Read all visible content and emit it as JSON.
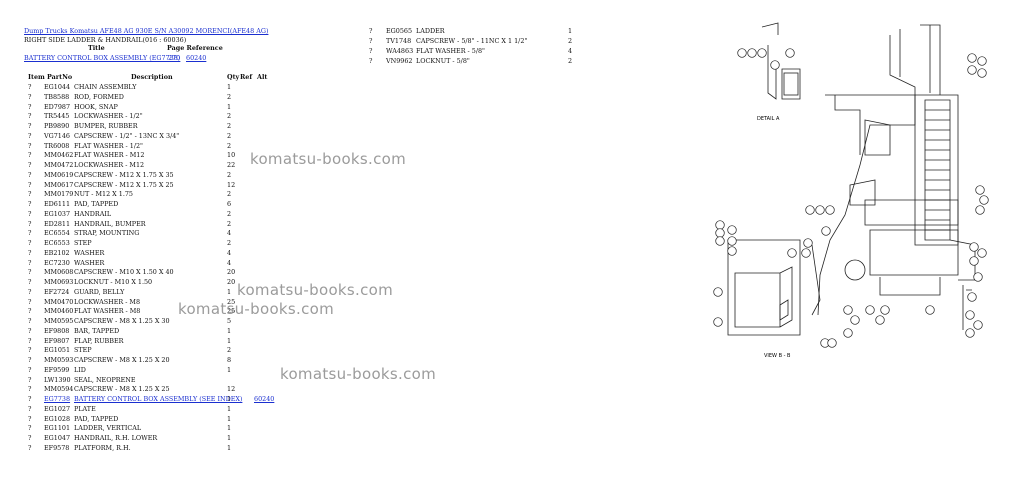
{
  "header": {
    "breadcrumb": "Dump Trucks Komatsu AFE48 AG 930E S/N A30092 MORENCI(AFE48 AG)",
    "section_title": "RIGHT SIDE LADDER & HANDRAIL(016 : 60036)",
    "col_title": "Title",
    "col_page_ref": "Page Reference",
    "ref_title": "BATTERY CONTROL BOX ASSEMBLY (EG7738)",
    "ref_page": "270",
    "ref_ref": "60240"
  },
  "table_headers": {
    "item": "Item",
    "partno": "PartNo",
    "description": "Description",
    "qty": "Qty",
    "ref": "Ref",
    "alt": "Alt"
  },
  "parts_left": [
    {
      "item": "?",
      "partno": "EG1044",
      "desc": "CHAIN ASSEMBLY",
      "qty": "1",
      "ref": "",
      "link": false
    },
    {
      "item": "?",
      "partno": "TB8588",
      "desc": "ROD, FORMED",
      "qty": "2",
      "ref": "",
      "link": false
    },
    {
      "item": "?",
      "partno": "ED7987",
      "desc": "HOOK, SNAP",
      "qty": "1",
      "ref": "",
      "link": false
    },
    {
      "item": "?",
      "partno": "TR5445",
      "desc": "LOCKWASHER - 1/2\"",
      "qty": "2",
      "ref": "",
      "link": false
    },
    {
      "item": "?",
      "partno": "PB9890",
      "desc": "BUMPER, RUBBER",
      "qty": "2",
      "ref": "",
      "link": false
    },
    {
      "item": "?",
      "partno": "VG7146",
      "desc": "CAPSCREW - 1/2\" - 13NC X 3/4\"",
      "qty": "2",
      "ref": "",
      "link": false
    },
    {
      "item": "?",
      "partno": "TR6008",
      "desc": "FLAT WASHER - 1/2\"",
      "qty": "2",
      "ref": "",
      "link": false
    },
    {
      "item": "?",
      "partno": "MM0462",
      "desc": "FLAT WASHER - M12",
      "qty": "10",
      "ref": "",
      "link": false
    },
    {
      "item": "?",
      "partno": "MM0472",
      "desc": "LOCKWASHER - M12",
      "qty": "22",
      "ref": "",
      "link": false
    },
    {
      "item": "?",
      "partno": "MM0619",
      "desc": "CAPSCREW - M12 X 1.75 X 35",
      "qty": "2",
      "ref": "",
      "link": false
    },
    {
      "item": "?",
      "partno": "MM0617",
      "desc": "CAPSCREW - M12 X 1.75 X 25",
      "qty": "12",
      "ref": "",
      "link": false
    },
    {
      "item": "?",
      "partno": "MM0179",
      "desc": "NUT - M12 X 1.75",
      "qty": "2",
      "ref": "",
      "link": false
    },
    {
      "item": "?",
      "partno": "ED6111",
      "desc": "PAD, TAPPED",
      "qty": "6",
      "ref": "",
      "link": false
    },
    {
      "item": "?",
      "partno": "EG1037",
      "desc": "HANDRAIL",
      "qty": "2",
      "ref": "",
      "link": false
    },
    {
      "item": "?",
      "partno": "ED2811",
      "desc": "HANDRAIL, BUMPER",
      "qty": "2",
      "ref": "",
      "link": false
    },
    {
      "item": "?",
      "partno": "EC6554",
      "desc": "STRAP, MOUNTING",
      "qty": "4",
      "ref": "",
      "link": false
    },
    {
      "item": "?",
      "partno": "EC6553",
      "desc": "STEP",
      "qty": "2",
      "ref": "",
      "link": false
    },
    {
      "item": "?",
      "partno": "EB2102",
      "desc": "WASHER",
      "qty": "4",
      "ref": "",
      "link": false
    },
    {
      "item": "?",
      "partno": "EC7230",
      "desc": "WASHER",
      "qty": "4",
      "ref": "",
      "link": false
    },
    {
      "item": "?",
      "partno": "MM0608",
      "desc": "CAPSCREW - M10 X 1.50 X 40",
      "qty": "20",
      "ref": "",
      "link": false
    },
    {
      "item": "?",
      "partno": "MM0693",
      "desc": "LOCKNUT - M10 X 1.50",
      "qty": "20",
      "ref": "",
      "link": false
    },
    {
      "item": "?",
      "partno": "EF2724",
      "desc": "GUARD, BELLY",
      "qty": "1",
      "ref": "",
      "link": false
    },
    {
      "item": "?",
      "partno": "MM0470",
      "desc": "LOCKWASHER - M8",
      "qty": "25",
      "ref": "",
      "link": false
    },
    {
      "item": "?",
      "partno": "MM0460",
      "desc": "FLAT WASHER - M8",
      "qty": "25",
      "ref": "",
      "link": false
    },
    {
      "item": "?",
      "partno": "MM0595",
      "desc": "CAPSCREW - M8 X 1.25 X 30",
      "qty": "5",
      "ref": "",
      "link": false
    },
    {
      "item": "?",
      "partno": "EF9808",
      "desc": "BAR, TAPPED",
      "qty": "1",
      "ref": "",
      "link": false
    },
    {
      "item": "?",
      "partno": "EF9807",
      "desc": "FLAP, RUBBER",
      "qty": "1",
      "ref": "",
      "link": false
    },
    {
      "item": "?",
      "partno": "EG1051",
      "desc": "STEP",
      "qty": "2",
      "ref": "",
      "link": false
    },
    {
      "item": "?",
      "partno": "MM0593",
      "desc": "CAPSCREW - M8 X 1.25 X 20",
      "qty": "8",
      "ref": "",
      "link": false
    },
    {
      "item": "?",
      "partno": "EF9599",
      "desc": "LID",
      "qty": "1",
      "ref": "",
      "link": false
    },
    {
      "item": "?",
      "partno": "LW1390",
      "desc": "SEAL, NEOPRENE",
      "qty": "",
      "ref": "",
      "link": false
    },
    {
      "item": "?",
      "partno": "MM0594",
      "desc": "CAPSCREW - M8 X 1.25 X 25",
      "qty": "12",
      "ref": "",
      "link": false
    },
    {
      "item": "?",
      "partno": "EG7738",
      "desc": "BATTERY CONTROL BOX ASSEMBLY (SEE INDEX)",
      "qty": "1",
      "ref": "60240",
      "link": true
    },
    {
      "item": "?",
      "partno": "EG1027",
      "desc": "PLATE",
      "qty": "1",
      "ref": "",
      "link": false
    },
    {
      "item": "?",
      "partno": "EG1028",
      "desc": "PAD, TAPPED",
      "qty": "1",
      "ref": "",
      "link": false
    },
    {
      "item": "?",
      "partno": "EG1101",
      "desc": "LADDER, VERTICAL",
      "qty": "1",
      "ref": "",
      "link": false
    },
    {
      "item": "?",
      "partno": "EG1047",
      "desc": "HANDRAIL, R.H. LOWER",
      "qty": "1",
      "ref": "",
      "link": false
    },
    {
      "item": "?",
      "partno": "EF9578",
      "desc": "PLATFORM, R.H.",
      "qty": "1",
      "ref": "",
      "link": false
    }
  ],
  "parts_right": [
    {
      "item": "?",
      "partno": "EG0565",
      "desc": "LADDER",
      "qty": "1"
    },
    {
      "item": "?",
      "partno": "TV1748",
      "desc": "CAPSCREW - 5/8\" - 11NC X 1 1/2\"",
      "qty": "2"
    },
    {
      "item": "?",
      "partno": "WA4863",
      "desc": "FLAT WASHER - 5/8\"",
      "qty": "4"
    },
    {
      "item": "?",
      "partno": "VN9962",
      "desc": "LOCKNUT - 5/8\"",
      "qty": "2"
    }
  ],
  "watermark": "komatsu-books.com",
  "diagram": {
    "detail_label": "DETAIL A",
    "view_label": "VIEW B - B"
  }
}
